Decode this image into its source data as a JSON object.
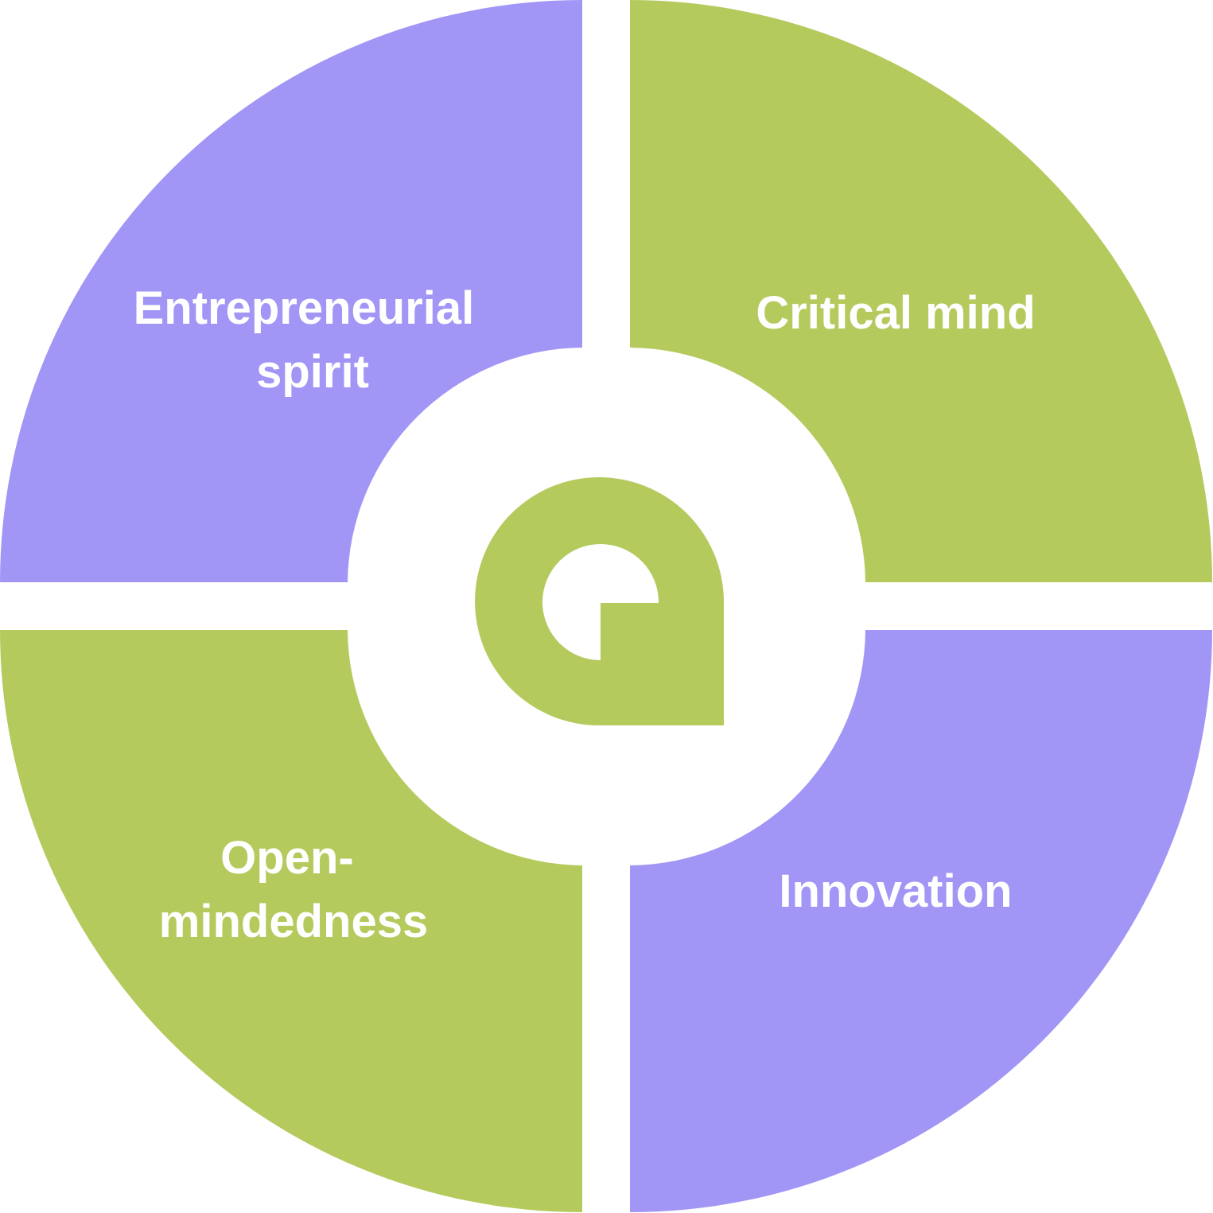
{
  "quadrants": {
    "top_left": {
      "label_line1": "Entrepreneurial",
      "label_line2": "spirit",
      "color": "#a196f5"
    },
    "top_right": {
      "label_line1": "Critical mind",
      "color": "#b4ca5d"
    },
    "bottom_left": {
      "label_line1": "Open-",
      "label_line2": "mindedness",
      "color": "#b4ca5d"
    },
    "bottom_right": {
      "label_line1": "Innovation",
      "color": "#a196f5"
    }
  },
  "center_logo": {
    "icon": "drop-logo-icon",
    "color": "#b4ca5d"
  },
  "background_color": "#ffffff"
}
